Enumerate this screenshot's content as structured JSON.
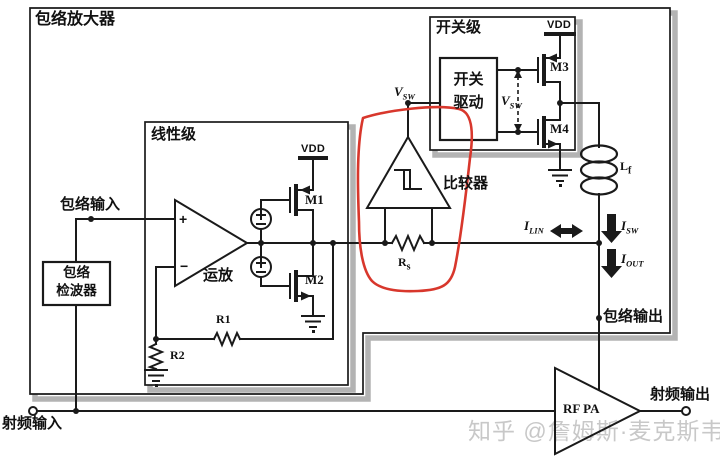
{
  "page": {
    "background": "#ffffff",
    "kind": "envelope-tracking power amplifier schematic"
  },
  "colors": {
    "line": "#1a1a1a",
    "box_shadow": "#b3b3b3",
    "annotation_red": "#d8372c",
    "watermark": "#c8c8c8",
    "text": "#111111"
  },
  "blocks": {
    "envelope_amplifier": {
      "title": "包络放大器"
    },
    "switching_stage": {
      "title": "开关级"
    },
    "linear_stage": {
      "title": "线性级"
    },
    "switch_driver": {
      "line1": "开关",
      "line2": "驱动"
    },
    "envelope_detector": {
      "line1": "包络",
      "line2": "检波器"
    },
    "opamp": {
      "label": "运放",
      "plus": "+",
      "minus": "−"
    },
    "comparator": {
      "label": "比较器"
    },
    "rf_pa": {
      "label": "RF PA"
    }
  },
  "ports": {
    "envelope_input": "包络输入",
    "envelope_output": "包络输出",
    "rf_input": "射频输入",
    "rf_output": "射频输出"
  },
  "components": {
    "m1": "M1",
    "m2": "M2",
    "m3": "M3",
    "m4": "M4",
    "r1": "R1",
    "r2": "R2",
    "rs": {
      "main": "R",
      "sub": "s"
    },
    "lf": {
      "main": "L",
      "sub": "f"
    },
    "vdd_linear": "VDD",
    "vdd_switching": "VDD",
    "vsw_comparator": {
      "main": "V",
      "sub": "SW"
    },
    "vsw_gates": {
      "main": "V",
      "sub": "SW"
    },
    "i_lin": {
      "main": "I",
      "sub": "LIN"
    },
    "i_sw": {
      "main": "I",
      "sub": "SW"
    },
    "i_out": {
      "main": "I",
      "sub": "OUT"
    }
  },
  "watermark": {
    "text": "知乎 @詹姆斯·麦克斯韦"
  }
}
